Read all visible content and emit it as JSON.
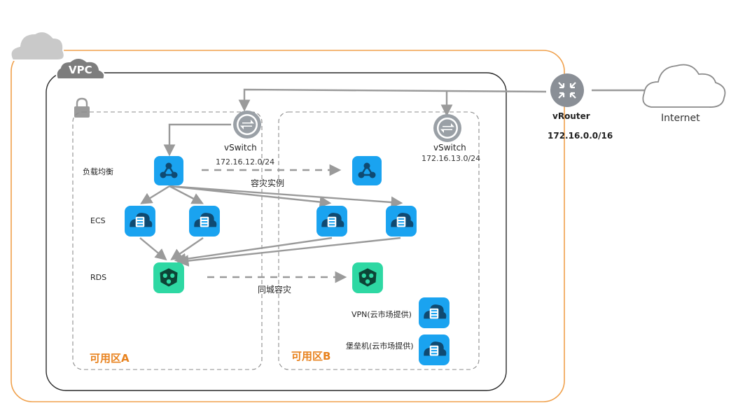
{
  "vpc": {
    "label": "VPC"
  },
  "zones": [
    {
      "label": "可用区A"
    },
    {
      "label": "可用区B"
    }
  ],
  "vswitches": [
    {
      "name": "vSwitch",
      "cidr": "172.16.12.0/24"
    },
    {
      "name": "vSwitch",
      "cidr": "172.16.13.0/24"
    }
  ],
  "router": {
    "name": "vRouter",
    "cidr": "172.16.0.0/16"
  },
  "internet": {
    "label": "Internet"
  },
  "row_labels": {
    "slb": "负载均衡",
    "ecs": "ECS",
    "rds": "RDS"
  },
  "links": {
    "dr_instance": "容灾实例",
    "same_city_dr": "同城容灾"
  },
  "market_services": {
    "vpn": "VPN(云市场提供)",
    "bastion": "堡垒机(云市场提供)"
  },
  "colors": {
    "region_border": "#f0a04b",
    "zone_label": "#e8821e",
    "compute_icon": "#1aa3f0",
    "db_icon": "#2ed8a3",
    "router_icon": "#8a8f96",
    "line": "#9a9a9a"
  }
}
